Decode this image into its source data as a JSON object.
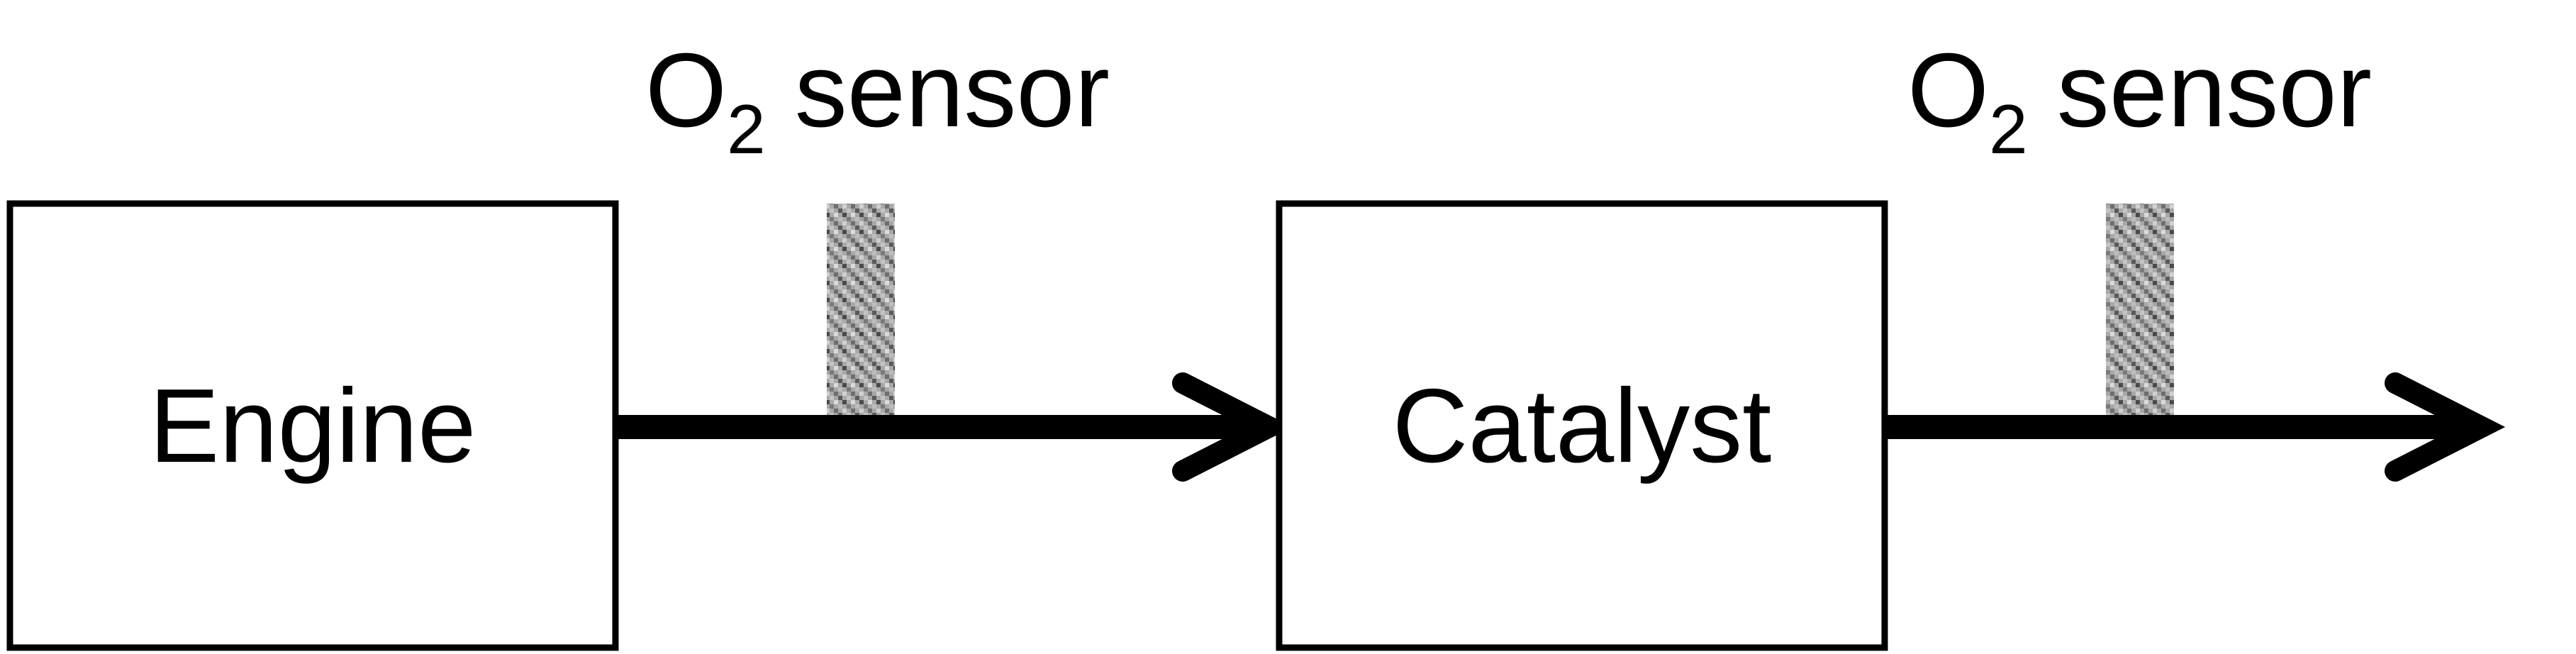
{
  "diagram": {
    "blocks": {
      "engine": "Engine",
      "catalyst": "Catalyst"
    },
    "sensors": [
      {
        "label_main": "O",
        "label_sub": "2",
        "label_rest": " sensor"
      },
      {
        "label_main": "O",
        "label_sub": "2",
        "label_rest": " sensor"
      }
    ],
    "colors": {
      "stroke": "#000000",
      "background": "#ffffff",
      "sensor_texture": "#8c8c8c"
    }
  }
}
